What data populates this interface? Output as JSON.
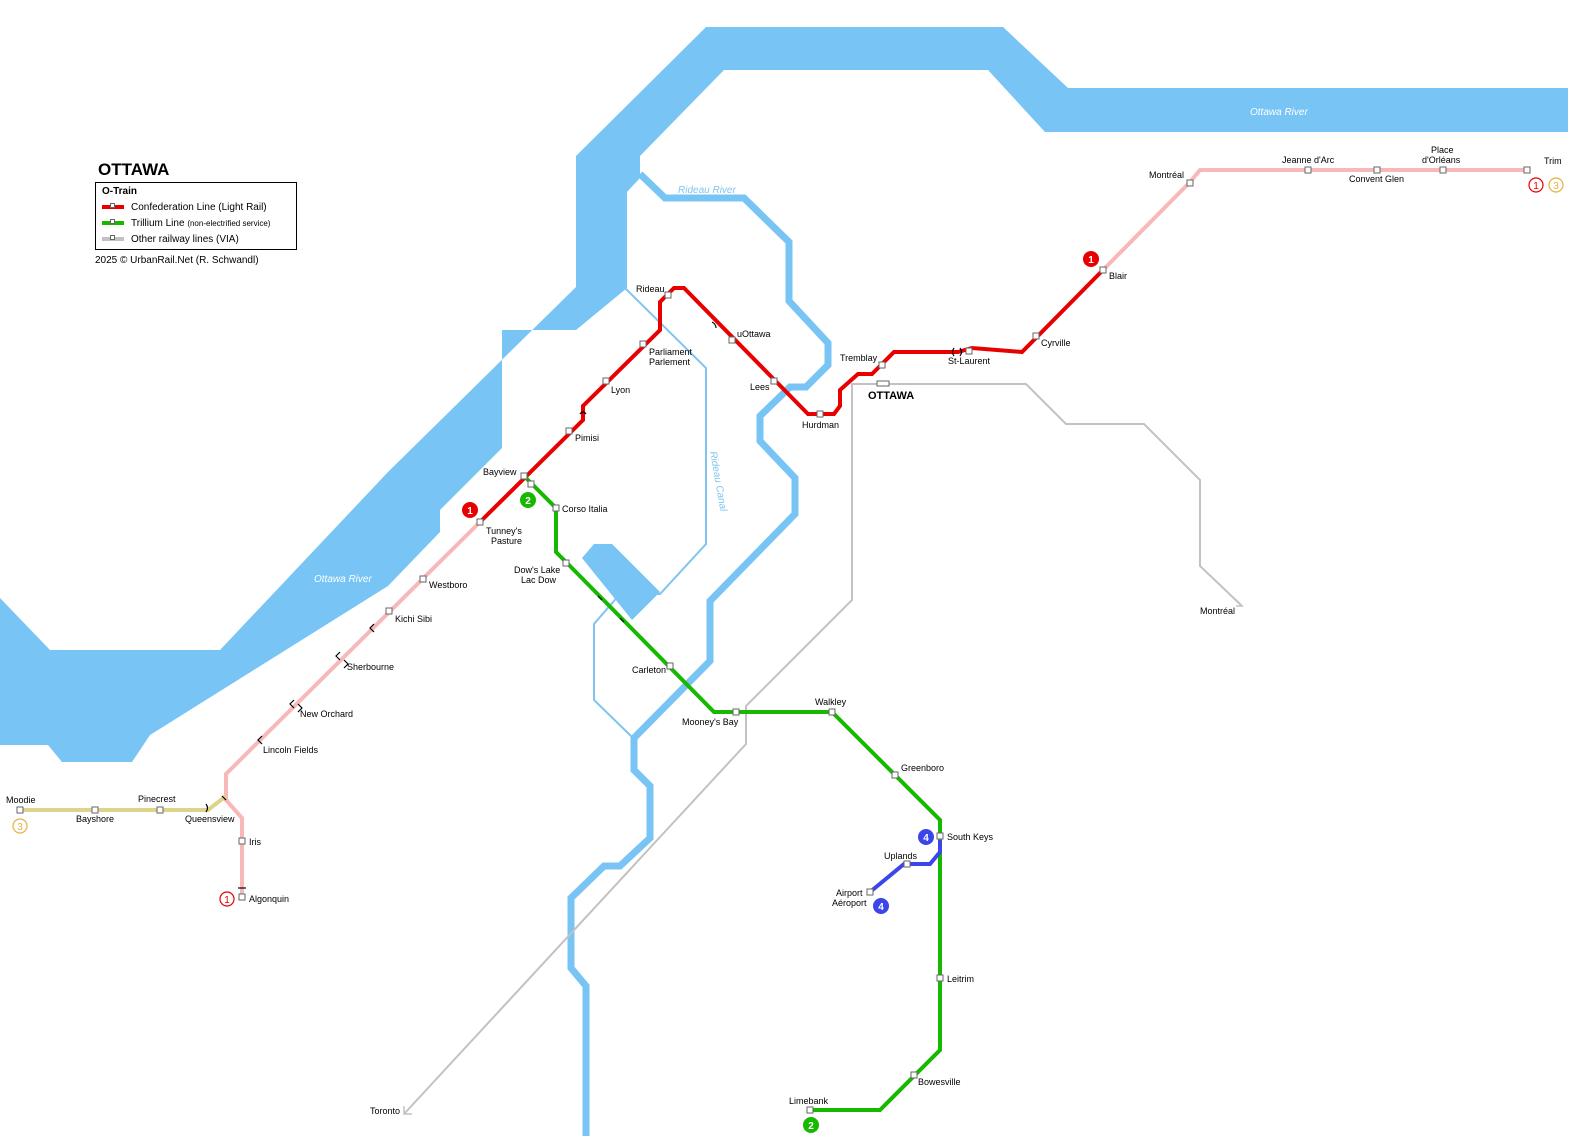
{
  "map_title": "OTTAWA",
  "legend": {
    "heading": "O-Train",
    "items": [
      {
        "label": "Confederation Line (Light Rail)",
        "note": "",
        "color": "#e80000"
      },
      {
        "label": "Trillium Line",
        "note": "(non-electrified service)",
        "color": "#17b800"
      },
      {
        "label": "Other railway lines (VIA)",
        "note": "",
        "color": "#c2c2c2"
      }
    ]
  },
  "credit": "2025 © UrbanRail.Net (R. Schwandl)",
  "colors": {
    "water": "#78c4f4",
    "line1": "#e80000",
    "line1_extension": "#f8b8b8",
    "line2": "#17b800",
    "line3": "#ddd38a",
    "line4": "#3c46e8",
    "via": "#c2c2c2"
  },
  "water_labels": {
    "ottawa_river_east": "Ottawa River",
    "ottawa_river_west": "Ottawa River",
    "rideau_river": "Rideau River",
    "rideau_canal": "Rideau Canal"
  },
  "line_badges": {
    "one": "1",
    "two": "2",
    "three": "3",
    "four": "4"
  },
  "stations": {
    "line1": [
      "Tunney's",
      "Pasture",
      "Bayview",
      "Pimisi",
      "Lyon",
      "Parliament",
      "Parlement",
      "Rideau",
      "uOttawa",
      "Lees",
      "Hurdman",
      "Tremblay",
      "St-Laurent",
      "Cyrville",
      "Blair"
    ],
    "line1_extension_east": [
      "Montréal",
      "Jeanne d'Arc",
      "Convent Glen",
      "Place",
      "d'Orléans",
      "Trim"
    ],
    "line1_extension_west": [
      "Westboro",
      "Kichi Sibi",
      "Sherbourne",
      "New Orchard",
      "Lincoln Fields",
      "Queensview",
      "Iris",
      "Algonquin"
    ],
    "line2": [
      "Corso Italia",
      "Dow's Lake",
      "Lac Dow",
      "Carleton",
      "Mooney's Bay",
      "Walkley",
      "Greenboro",
      "South Keys",
      "Leitrim",
      "Bowesville",
      "Limebank"
    ],
    "line3": [
      "Moodie",
      "Bayshore",
      "Pinecrest"
    ],
    "line4": [
      "Uplands",
      "Airport",
      "Aéroport"
    ],
    "via": [
      "OTTAWA",
      "Montréal",
      "Toronto"
    ]
  }
}
